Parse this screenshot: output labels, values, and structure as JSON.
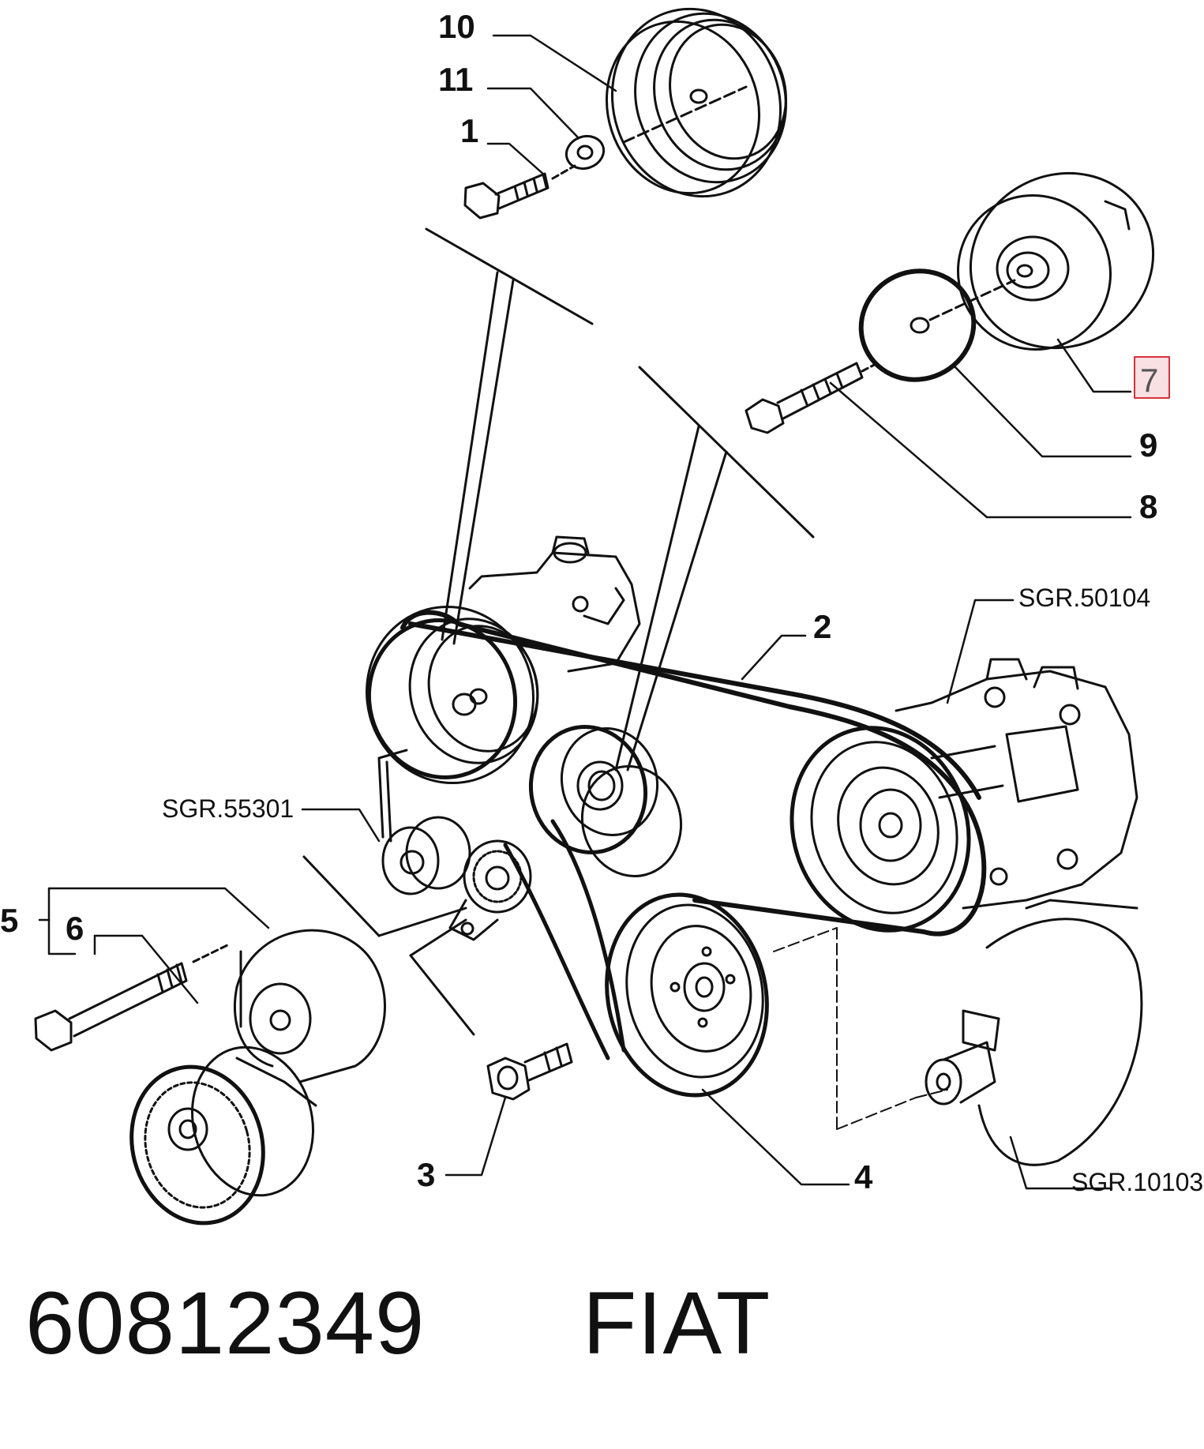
{
  "diagram": {
    "callouts": {
      "c1": "1",
      "c2": "2",
      "c3": "3",
      "c4": "4",
      "c5": "5",
      "c6": "6",
      "c7": "7",
      "c8": "8",
      "c9": "9",
      "c10": "10",
      "c11": "11"
    },
    "references": {
      "sgr50104": "SGR.50104",
      "sgr55301": "SGR.55301",
      "sgr10103": "SGR.10103"
    },
    "highlight_color": "#d9303b"
  },
  "footer": {
    "part_number": "60812349",
    "brand": "FIAT"
  }
}
